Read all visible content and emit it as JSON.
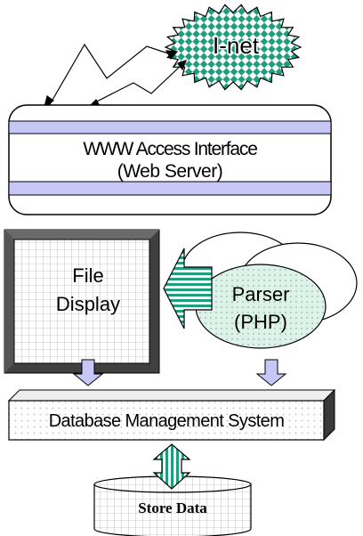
{
  "internet": {
    "label": "I-net"
  },
  "web_server": {
    "title": "WWW Access Interface",
    "subtitle": "(Web Server)"
  },
  "file_display": {
    "line1": "File",
    "line2": "Display"
  },
  "parser": {
    "line1": "Parser",
    "line2": "(PHP)"
  },
  "dbms": {
    "label": "Database Management System"
  },
  "store": {
    "label": "Store Data"
  },
  "colors": {
    "lavender": "#c7c7f7",
    "green": "#1e9e7c",
    "light_green": "#dff2e9",
    "dots": "#bcbcbc"
  }
}
